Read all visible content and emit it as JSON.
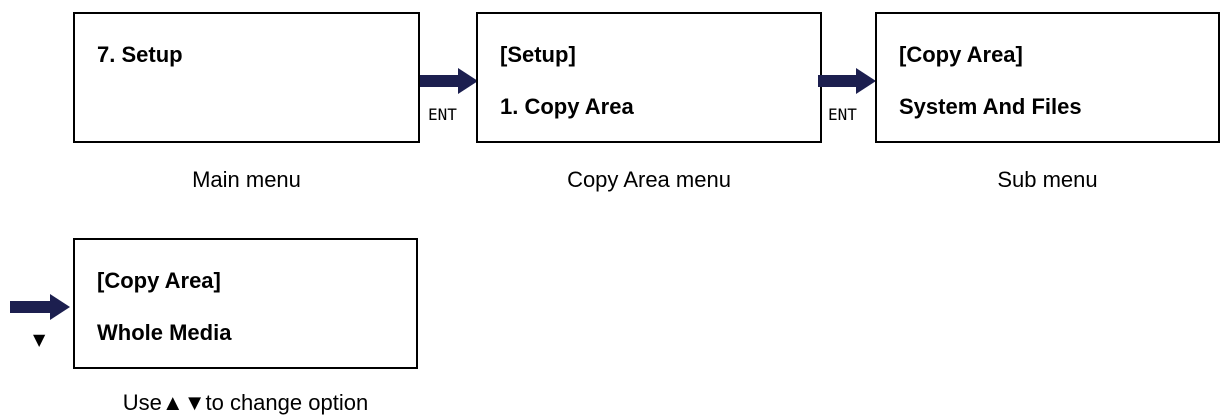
{
  "screens": [
    {
      "line1": "7. Setup",
      "line2": ""
    },
    {
      "line1": "[Setup]",
      "line2": "1. Copy Area"
    },
    {
      "line1": "[Copy Area]",
      "line2": "System And Files"
    },
    {
      "line1": "[Copy Area]",
      "line2": "Whole Media"
    }
  ],
  "captions": {
    "main": "Main menu",
    "copy_area": "Copy Area menu",
    "sub": "Sub menu",
    "option_prefix": "Use",
    "option_up": "▲",
    "option_down": "▼",
    "option_suffix": "to change option"
  },
  "keys": {
    "ent_1": "ENT",
    "ent_2": "ENT",
    "down": "▼"
  },
  "colors": {
    "arrow": "#1c1f4f",
    "border": "#000000"
  }
}
